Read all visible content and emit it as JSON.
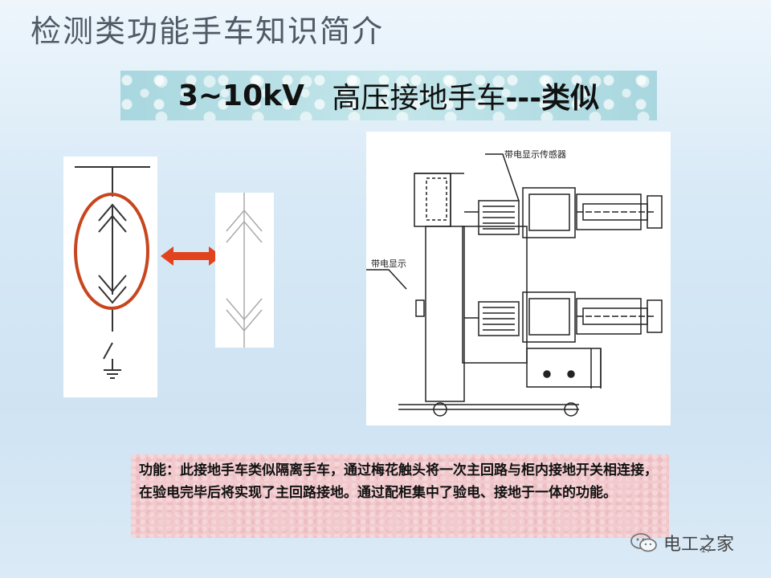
{
  "slide": {
    "title": "检测类功能手车知识简介",
    "banner": {
      "voltage": "3~10kV",
      "text": "高压接地手车",
      "suffix": "---类似"
    },
    "drawing_labels": {
      "sensor": "带电显示传感器",
      "indicator": "带电显示"
    },
    "description": "功能：此接地手车类似隔离手车，通过梅花触头将一次主回路与柜内接地开关相连接，在验电完毕后将实现了主回路接地。通过配柜集中了验电、接地于一体的功能。",
    "watermark": "电工之家",
    "page_number": "17",
    "colors": {
      "ellipse": "#c8461d",
      "arrow": "#e2431f",
      "desc_bg": "#f2c9cd"
    }
  }
}
